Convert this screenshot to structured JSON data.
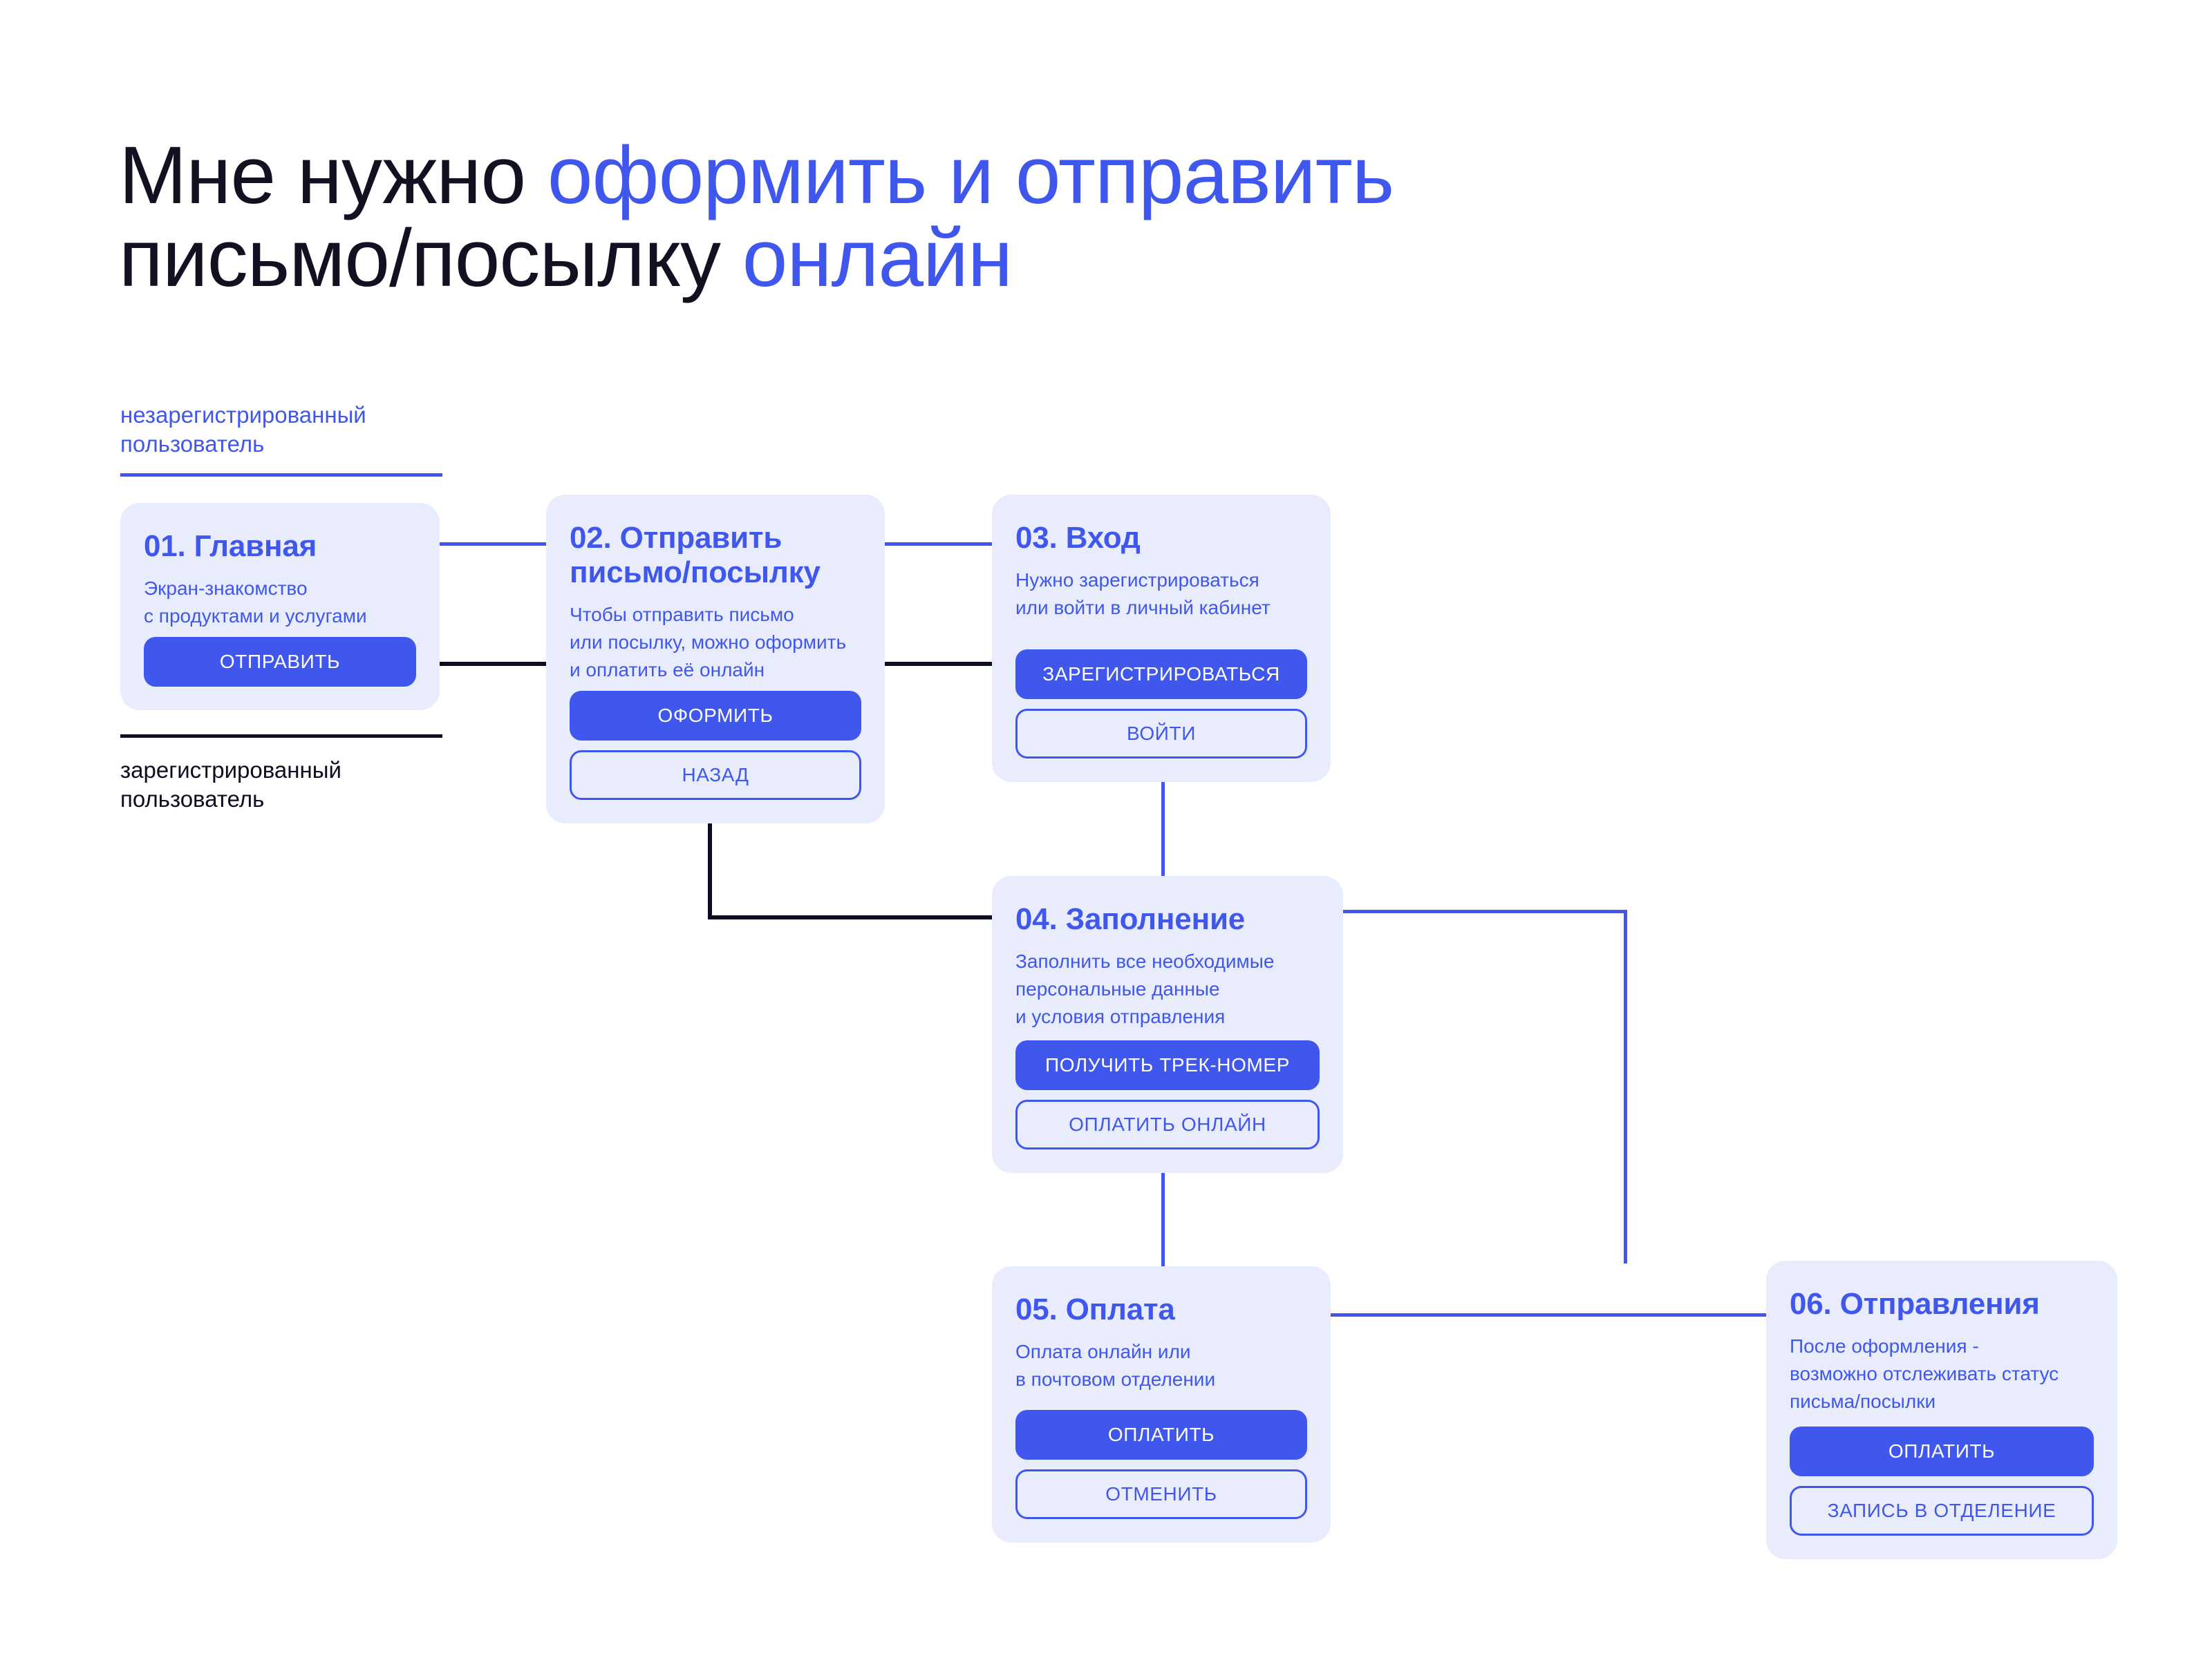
{
  "title": {
    "line1_black": "Мне нужно ",
    "line1_accent": "оформить и отправить",
    "line2_black": "письмо/посылку ",
    "line2_accent": "онлайн"
  },
  "groups": {
    "unregistered": "незарегистрированный\nпользователь",
    "registered": "зарегистрированный\nпользователь"
  },
  "colors": {
    "accent": "#4057EE",
    "card_bg": "#E9ECFD",
    "dark": "#0D0D21",
    "page_bg": "#FFFFFF"
  },
  "cards": [
    {
      "id": "01",
      "title": "01. Главная",
      "desc": "Экран-знакомство\nс продуктами и услугами",
      "primary": "ОТПРАВИТЬ",
      "secondary": null
    },
    {
      "id": "02",
      "title": "02. Отправить\nписьмо/посылку",
      "desc": "Чтобы отправить письмо\nили посылку, можно оформить\nи оплатить её онлайн",
      "primary": "ОФОРМИТЬ",
      "secondary": "НАЗАД"
    },
    {
      "id": "03",
      "title": "03. Вход",
      "desc": "Нужно зарегистрироваться\nили войти в личный кабинет",
      "primary": "ЗАРЕГИСТРИРОВАТЬСЯ",
      "secondary": "ВОЙТИ"
    },
    {
      "id": "04",
      "title": "04. Заполнение",
      "desc": "Заполнить все необходимые\nперсональные данные\nи условия отправления",
      "primary": "ПОЛУЧИТЬ ТРЕК-НОМЕР",
      "secondary": "ОПЛАТИТЬ ОНЛАЙН"
    },
    {
      "id": "05",
      "title": "05. Оплата",
      "desc": "Оплата онлайн или\nв почтовом отделении",
      "primary": "ОПЛАТИТЬ",
      "secondary": "ОТМЕНИТЬ"
    },
    {
      "id": "06",
      "title": "06. Отправления",
      "desc": "После оформления -\nвозможно отслеживать статус\nписьма/посылки",
      "primary": "ОПЛАТИТЬ",
      "secondary": "ЗАПИСЬ В ОТДЕЛЕНИЕ"
    }
  ],
  "connectors": [
    {
      "from": "01",
      "to": "02",
      "color": "#4057EE"
    },
    {
      "from": "01",
      "to": "02",
      "color": "#0D0D21"
    },
    {
      "from": "02",
      "to": "03",
      "color": "#4057EE"
    },
    {
      "from": "02",
      "to": "03",
      "color": "#0D0D21"
    },
    {
      "from": "02",
      "to": "04",
      "color": "#0D0D21"
    },
    {
      "from": "03",
      "to": "04",
      "color": "#4057EE"
    },
    {
      "from": "04",
      "to": "05",
      "color": "#4057EE"
    },
    {
      "from": "04",
      "to": "06",
      "color": "#4057EE"
    },
    {
      "from": "05",
      "to": "06",
      "color": "#4057EE"
    }
  ]
}
